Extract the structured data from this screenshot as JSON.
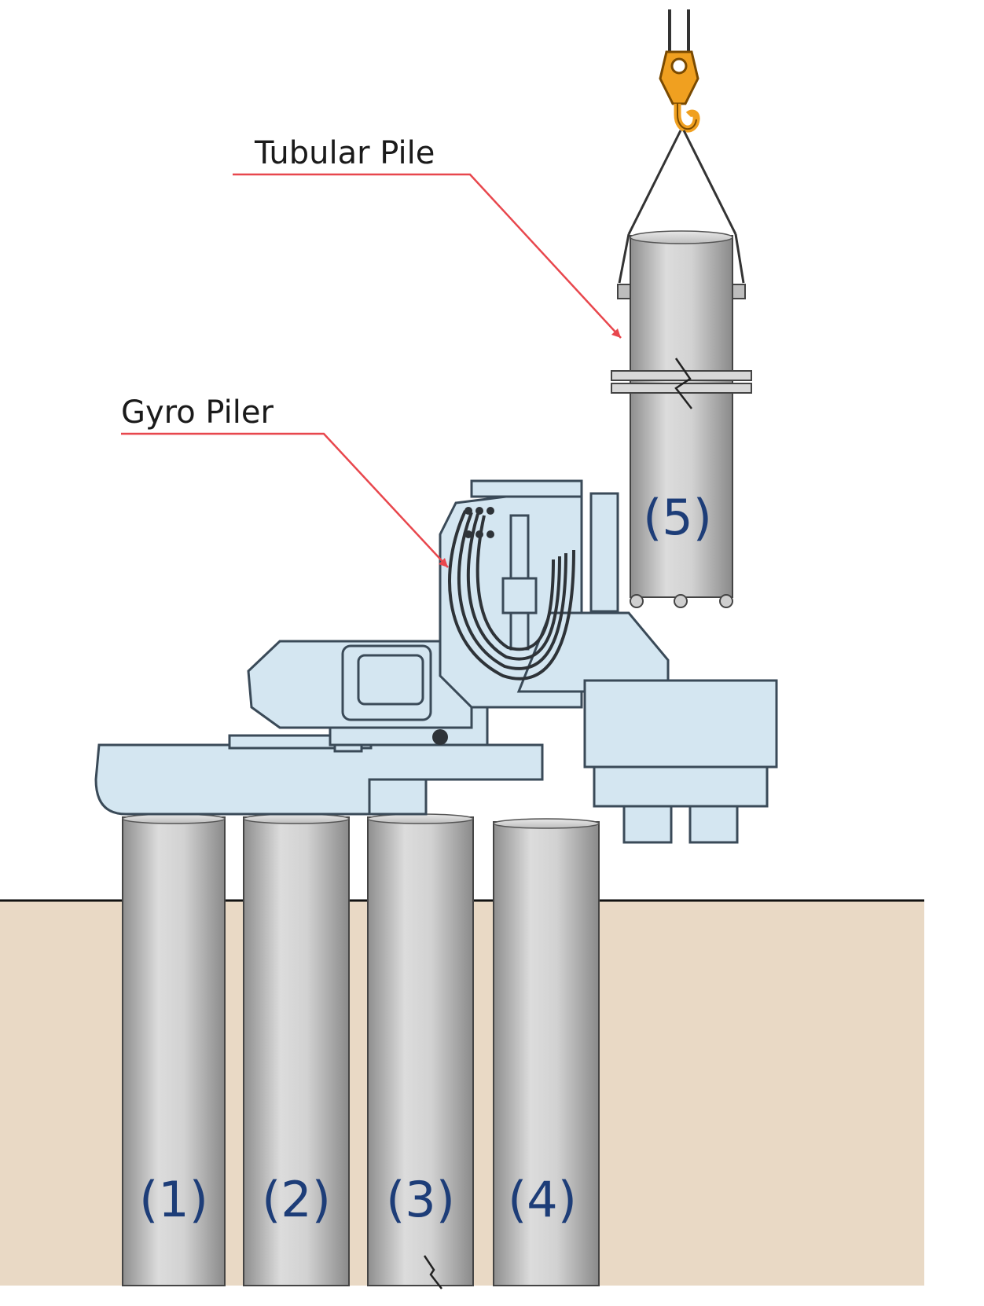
{
  "labels": {
    "tubular_pile": "Tubular Pile",
    "gyro_piler": "Gyro Piler"
  },
  "piles": [
    {
      "id": "1",
      "label": "(1)"
    },
    {
      "id": "2",
      "label": "(2)"
    },
    {
      "id": "3",
      "label": "(3)"
    },
    {
      "id": "4",
      "label": "(4)"
    },
    {
      "id": "5",
      "label": "(5)"
    }
  ],
  "colors": {
    "ground": "#e9d9c5",
    "machine": "#d4e6f1",
    "pile": "#c8c8c8",
    "hook": "#f0a020",
    "leader": "#e8474d",
    "number": "#1d3d78"
  }
}
